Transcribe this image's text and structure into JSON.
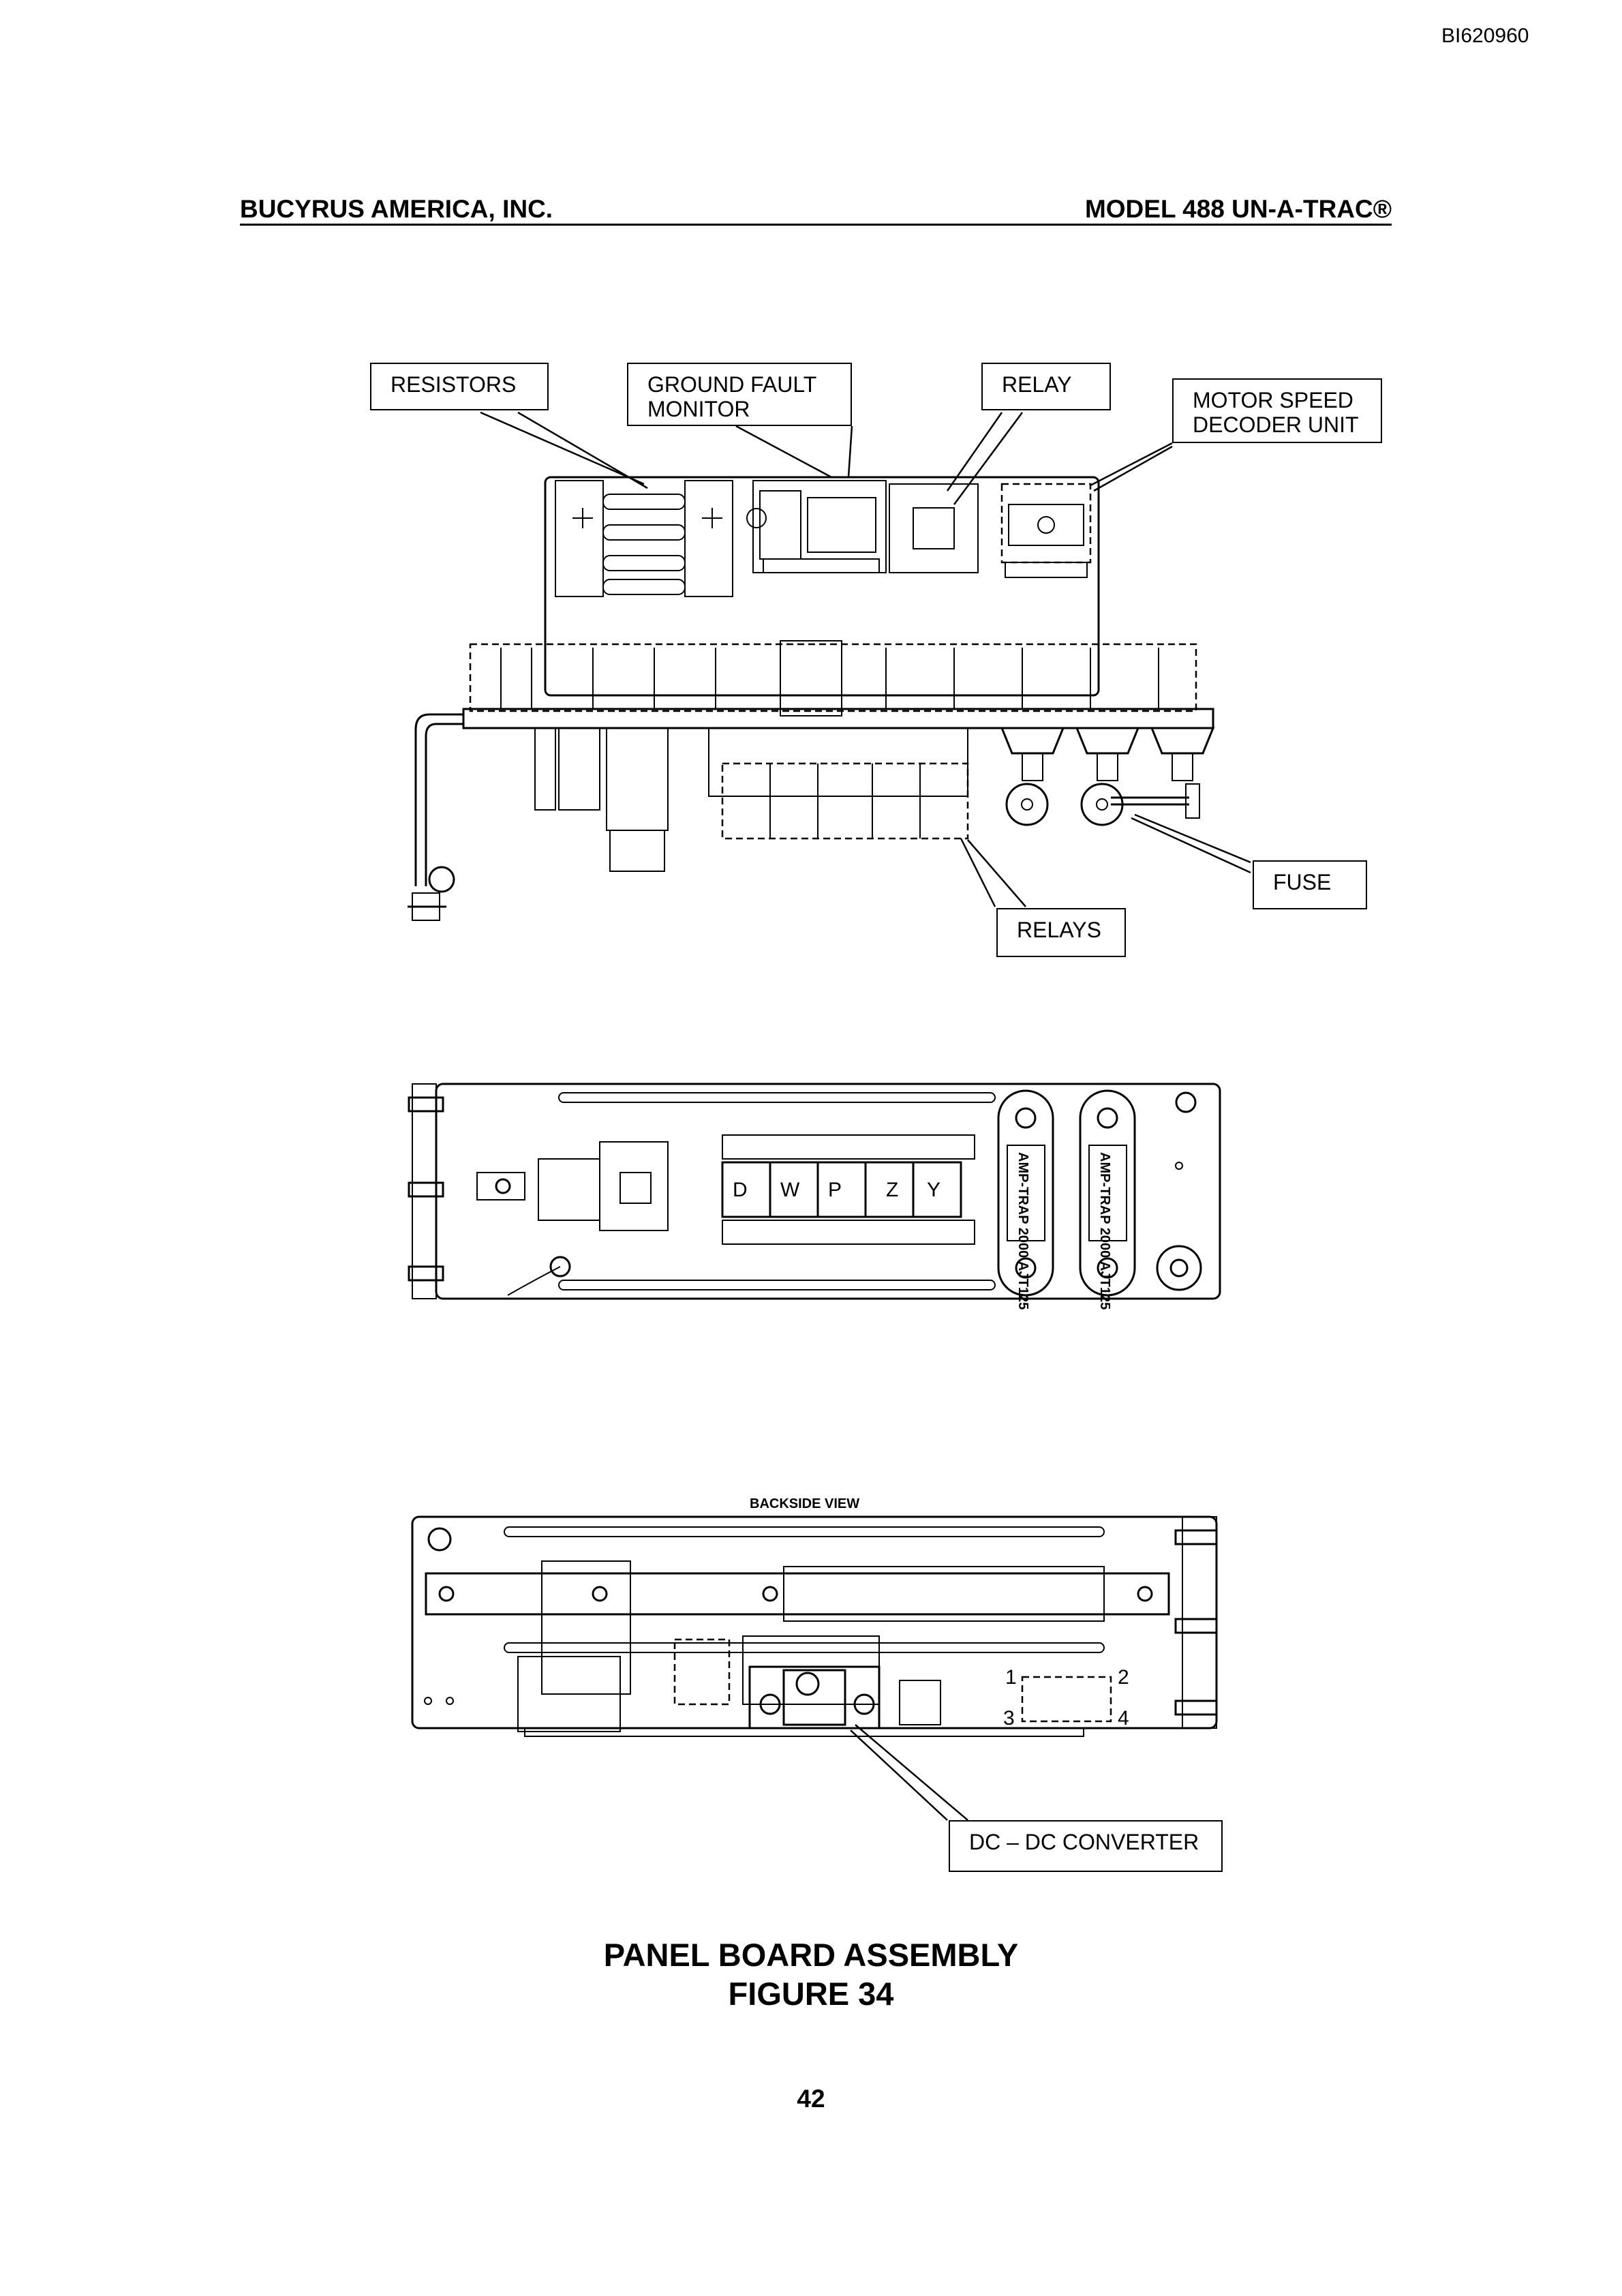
{
  "document_id": "BI620960",
  "header": {
    "company": "BUCYRUS AMERICA, INC.",
    "model": "MODEL 488 UN-A-TRAC®"
  },
  "callouts": {
    "resistors": "RESISTORS",
    "ground_fault_monitor": "GROUND FAULT\nMONITOR",
    "relay": "RELAY",
    "motor_speed_decoder_unit": "MOTOR SPEED\nDECODER UNIT",
    "fuse": "FUSE",
    "relays": "RELAYS",
    "dc_dc_converter": "DC – DC CONVERTER"
  },
  "front_view": {
    "relay_letters": [
      "D",
      "W",
      "P",
      "Z",
      "Y"
    ],
    "fuse_label_1": "AMP-TRAP 2000 AJT125",
    "fuse_label_2": "AMP-TRAP 2000 AJT125"
  },
  "backside_view": {
    "title": "BACKSIDE VIEW",
    "terminal_numbers": [
      "1",
      "2",
      "3",
      "4"
    ]
  },
  "figure": {
    "title": "PANEL BOARD ASSEMBLY",
    "number": "FIGURE 34"
  },
  "page_number": "42"
}
